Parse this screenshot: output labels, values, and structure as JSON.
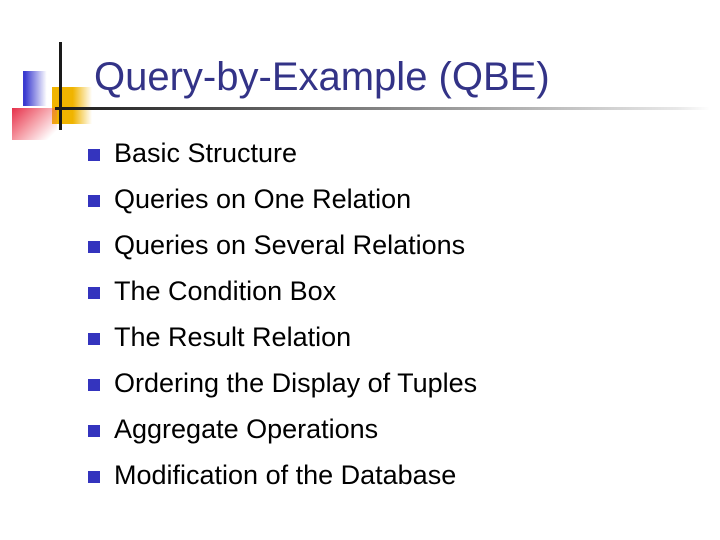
{
  "slide": {
    "title": "Query-by-Example (QBE)",
    "bullet_items": [
      "Basic Structure",
      "Queries on One Relation",
      "Queries on Several Relations",
      "The Condition Box",
      "The Result Relation",
      "Ordering the Display of Tuples",
      "Aggregate Operations",
      "Modification of the Database"
    ],
    "bullet_icon": "small-blue-square",
    "colors": {
      "background": "#FFFFFF",
      "title_text": "#333387",
      "body_text": "#000000",
      "bullet_square": "#3434BE",
      "deco_blue": "#3A3AD0",
      "deco_gold": "#F0B400",
      "deco_red": "#E5304A",
      "rule_dark": "#1A1A1A"
    }
  }
}
